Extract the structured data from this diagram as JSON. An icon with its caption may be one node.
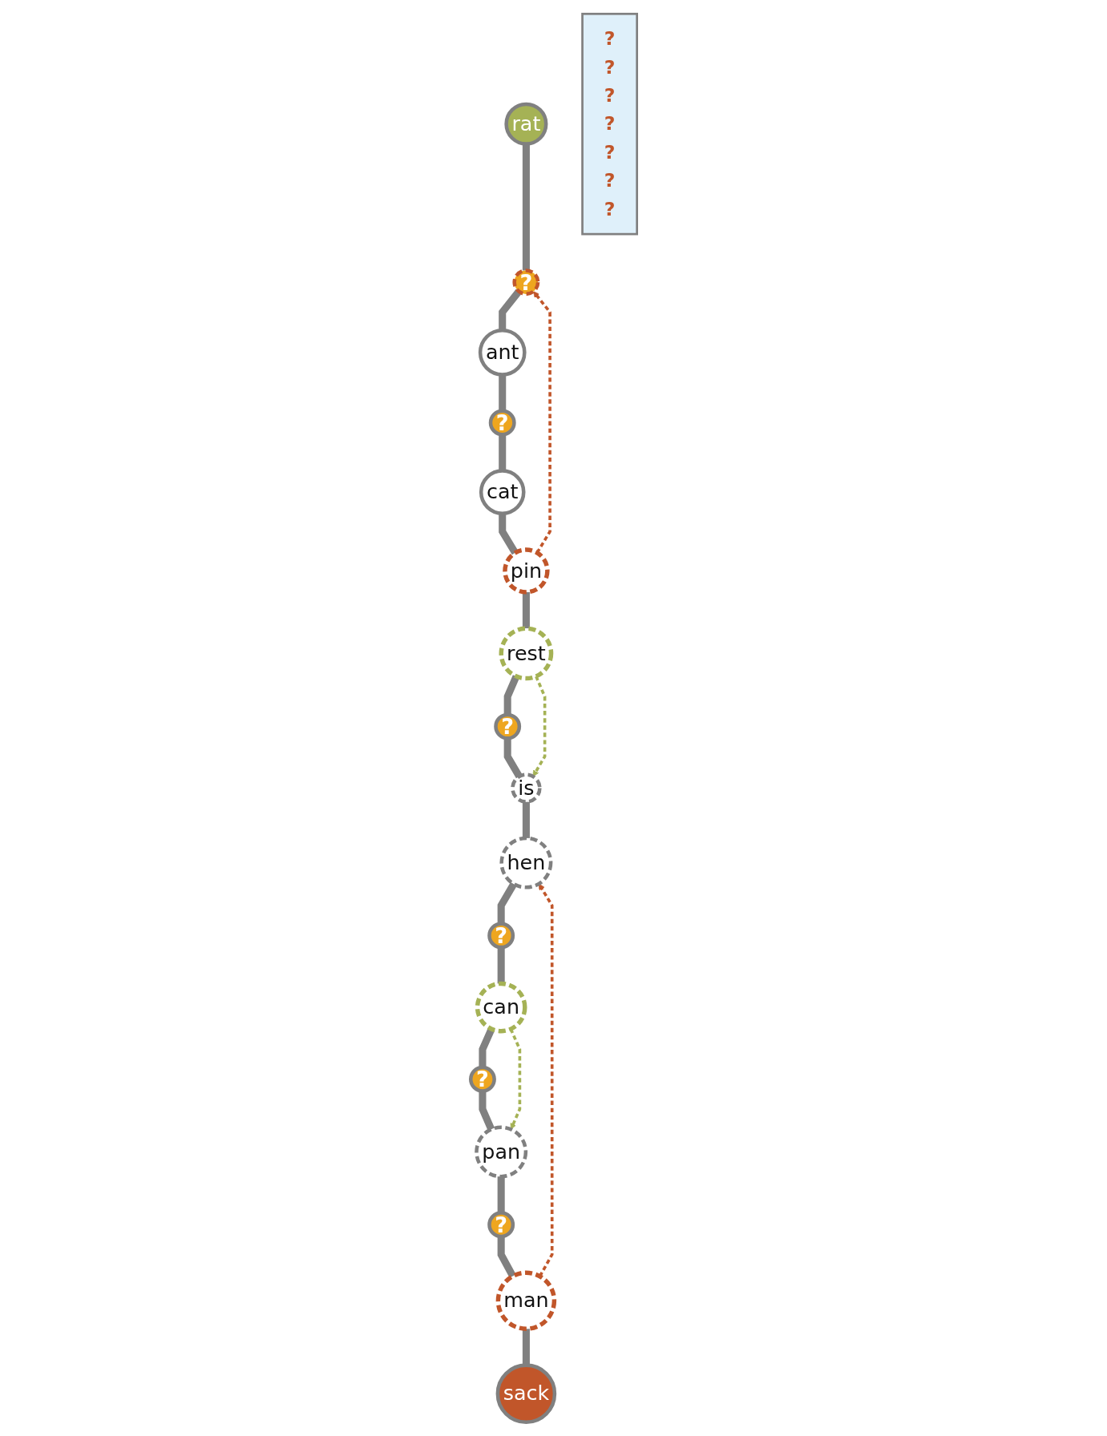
{
  "diagram": {
    "nodes": [
      {
        "text": [
          "rat"
        ]
      },
      {
        "text": [
          "?"
        ]
      },
      {
        "text": [
          "ant"
        ]
      },
      {
        "text": [
          "?"
        ]
      },
      {
        "text": [
          "?"
        ]
      },
      {
        "text": [
          "rest"
        ]
      },
      {
        "text": [
          "pin"
        ]
      },
      {
        "text": [
          "cat"
        ]
      },
      {
        "text": [
          "is"
        ]
      },
      {
        "text": [
          "?",
          "?",
          "?",
          "?",
          "?",
          "?",
          "?"
        ]
      },
      {
        "text": [
          "hen"
        ]
      },
      {
        "text": [
          "?"
        ]
      },
      {
        "text": [
          "can"
        ]
      },
      {
        "text": [
          "?"
        ]
      },
      {
        "text": [
          "sack"
        ]
      },
      {
        "text": [
          "man"
        ]
      },
      {
        "text": [
          "?"
        ]
      },
      {
        "text": [
          "pan"
        ]
      }
    ],
    "edges": [
      {
        "from": 0,
        "to": 1,
        "arrow": "none"
      },
      {
        "from": 1,
        "to": 2,
        "arrow": "none"
      },
      {
        "from": 2,
        "to": 3,
        "arrow": "none"
      },
      {
        "from": 3,
        "to": 7,
        "arrow": "none"
      },
      {
        "from": 7,
        "to": 6,
        "arrow": "none"
      },
      {
        "from": 6,
        "to": 5,
        "arrow": "none"
      },
      {
        "from": 5,
        "to": 4,
        "arrow": "none"
      },
      {
        "from": 4,
        "to": 8,
        "arrow": "none"
      },
      {
        "from": 8,
        "to": 10,
        "arrow": "none"
      },
      {
        "from": 10,
        "to": 11,
        "arrow": "none"
      },
      {
        "from": 11,
        "to": 12,
        "arrow": "none"
      },
      {
        "from": 12,
        "to": 13,
        "arrow": "none"
      },
      {
        "from": 13,
        "to": 17,
        "arrow": "none"
      },
      {
        "from": 17,
        "to": 16,
        "arrow": "none"
      },
      {
        "from": 16,
        "to": 15,
        "arrow": "none"
      },
      {
        "from": 15,
        "to": 14,
        "arrow": "none"
      },
      {
        "from": 6,
        "to": 1,
        "arrow": "to",
        "style": "dashed",
        "color": "#c1562a"
      },
      {
        "from": 5,
        "to": 8,
        "arrow": "to",
        "style": "dashed",
        "color": "#a5b255"
      },
      {
        "from": 12,
        "to": 17,
        "arrow": "to",
        "style": "dashed",
        "color": "#a5b255"
      },
      {
        "from": 15,
        "to": 10,
        "arrow": "to",
        "style": "dashed",
        "color": "#c1562a"
      }
    ]
  }
}
